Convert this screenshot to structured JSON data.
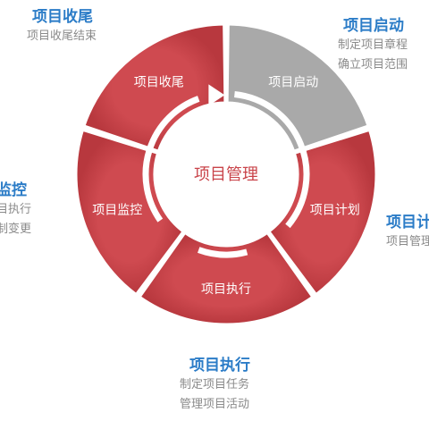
{
  "diagram": {
    "center_label": "项目管理",
    "colors": {
      "active": "#c9444a",
      "current": "#a9a9a9",
      "center_text": "#c9444a",
      "title": "#2b7cc7",
      "detail": "#8a8a8a"
    },
    "segments": [
      {
        "id": "start",
        "label": "项目启动",
        "color": "#a9a9a9"
      },
      {
        "id": "plan",
        "label": "项目计划",
        "color": "#c9444a"
      },
      {
        "id": "exec",
        "label": "项目执行",
        "color": "#c9444a"
      },
      {
        "id": "monitor",
        "label": "项目监控",
        "color": "#c9444a"
      },
      {
        "id": "closing",
        "label": "项目收尾",
        "color": "#c9444a"
      }
    ],
    "outer_labels": {
      "closing": {
        "title": "项目收尾",
        "lines": [
          "项目收尾结束"
        ]
      },
      "start": {
        "title": "项目启动",
        "lines": [
          "制定项目章程",
          "确立项目范围"
        ]
      },
      "plan": {
        "title": "项目计",
        "lines": [
          "项目管理"
        ]
      },
      "monitor": {
        "title": "监控",
        "lines": [
          "目执行",
          "制变更"
        ]
      },
      "exec": {
        "title": "项目执行",
        "lines": [
          "制定项目任务",
          "管理项目活动"
        ]
      }
    }
  }
}
